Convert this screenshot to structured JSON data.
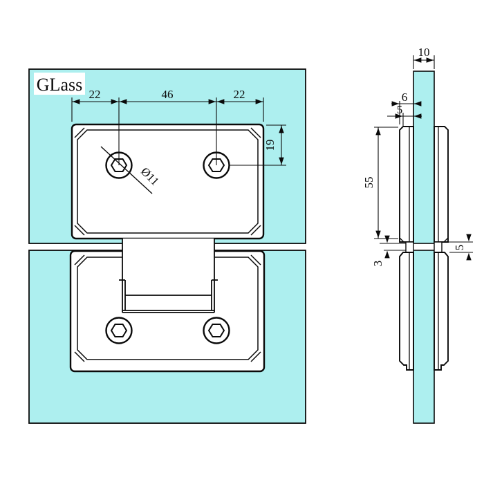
{
  "title_label": "GLass",
  "colors": {
    "glass_fill": "#ADEFEF",
    "line": "#0a0a0a",
    "background": "#ffffff",
    "metal_fill": "#ffffff"
  },
  "front_view": {
    "description": "Front view of 180-degree glass-to-glass shower hinge clamped across two glass panels",
    "dim_left_offset": "22",
    "dim_hole_spacing": "46",
    "dim_right_offset": "22",
    "dim_hole_top": "19",
    "dim_hole_dia": "Ø11"
  },
  "side_view": {
    "description": "Edge section view of hinge on glass",
    "dim_glass_thickness": "10",
    "dim_plate_total": "6",
    "dim_plate_body": "5",
    "dim_plate_height": "55",
    "dim_glass_gap": "3",
    "dim_knuckle_gap": "5"
  }
}
